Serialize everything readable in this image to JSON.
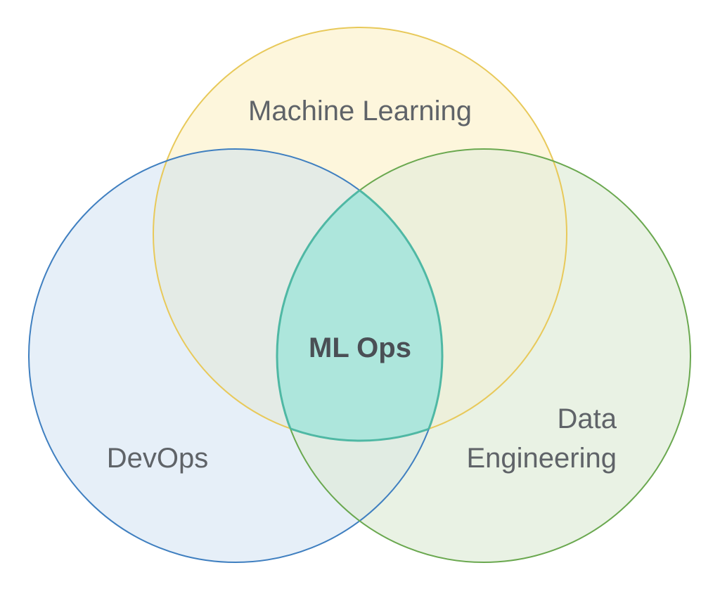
{
  "diagram": {
    "type": "venn",
    "sets": {
      "machine_learning": {
        "label": "Machine Learning",
        "fill": "#fdf6dc",
        "stroke": "#e8c95a"
      },
      "devops": {
        "label": "DevOps",
        "fill": "#e6eff8",
        "stroke": "#3f7fc0"
      },
      "data_engineering": {
        "label_line1": "Data",
        "label_line2": "Engineering",
        "fill": "#e9f2e4",
        "stroke": "#6aa84f"
      }
    },
    "intersections": {
      "ml_devops": {
        "fill": "#e4ebe6"
      },
      "ml_data": {
        "fill": "#edf0db"
      },
      "devops_data": {
        "fill": "#e1ece3"
      },
      "center": {
        "label": "ML Ops",
        "fill": "#ade6dc",
        "stroke": "#4fb8a4"
      }
    }
  }
}
